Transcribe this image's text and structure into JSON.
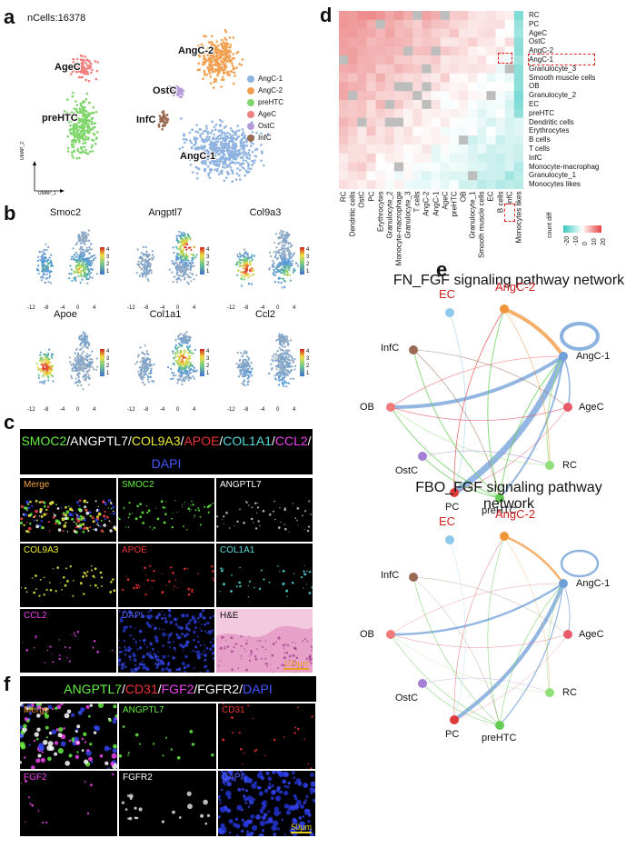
{
  "panels": {
    "a": "a",
    "b": "b",
    "c": "c",
    "d": "d",
    "e": "e",
    "f": "f"
  },
  "panel_a": {
    "ncells": "nCells:16378",
    "axis_y": "UMAP_2",
    "axis_x": "UMAP_1",
    "clusters": [
      "AgeC",
      "preHTC",
      "AngC-2",
      "OstC",
      "InfC",
      "AngC-1"
    ],
    "legend": [
      {
        "name": "AngC-1",
        "color": "#8fb3e0"
      },
      {
        "name": "AngC-2",
        "color": "#f0a050"
      },
      {
        "name": "preHTC",
        "color": "#7ed66b"
      },
      {
        "name": "AgeC",
        "color": "#f08080"
      },
      {
        "name": "OstC",
        "color": "#b59ad8"
      },
      {
        "name": "InfC",
        "color": "#9a6a50"
      }
    ]
  },
  "panel_b": {
    "genes": [
      "Smoc2",
      "Angptl7",
      "Col9a3",
      "Apoe",
      "Col1a1",
      "Ccl2"
    ],
    "x_ticks": [
      "-12",
      "-8",
      "-4",
      "0",
      "4"
    ],
    "scale": [
      "4",
      "3",
      "2",
      "1"
    ]
  },
  "panel_c": {
    "banner": [
      {
        "text": "SMOC2",
        "color": "#66ee44"
      },
      {
        "text": "/",
        "color": "#ffffff"
      },
      {
        "text": "ANGPTL7",
        "color": "#ffffff"
      },
      {
        "text": "/",
        "color": "#ffffff"
      },
      {
        "text": "COL9A3",
        "color": "#eeee33"
      },
      {
        "text": "/",
        "color": "#ffffff"
      },
      {
        "text": "APOE",
        "color": "#ee3333"
      },
      {
        "text": "/",
        "color": "#ffffff"
      },
      {
        "text": "COL1A1",
        "color": "#55dddd"
      },
      {
        "text": "/",
        "color": "#ffffff"
      },
      {
        "text": "CCL2",
        "color": "#ee44ee"
      },
      {
        "text": "/",
        "color": "#ffffff"
      },
      {
        "text": "DAPI",
        "color": "#4455ff"
      }
    ],
    "tiles": [
      {
        "label": "Merge",
        "color": "#f0a040"
      },
      {
        "label": "SMOC2",
        "color": "#66ee44"
      },
      {
        "label": "ANGPTL7",
        "color": "#ffffff"
      },
      {
        "label": "COL9A3",
        "color": "#eeee33"
      },
      {
        "label": "APOE",
        "color": "#ee3333"
      },
      {
        "label": "COL1A1",
        "color": "#55dddd"
      },
      {
        "label": "CCL2",
        "color": "#ee44ee"
      },
      {
        "label": "DAPI",
        "color": "#5566ff"
      },
      {
        "label": "H&E",
        "color": "#111111"
      }
    ],
    "scale_bar": "100μm"
  },
  "panel_d": {
    "rows": [
      "RC",
      "PC",
      "AgeC",
      "OstC",
      "AngC-2",
      "AngC-1",
      "Granulocyte_3",
      "Smooth muscle cells",
      "OB",
      "Granulocyte_2",
      "EC",
      "preHTC",
      "Dendritic cells",
      "Erythrocytes",
      "B cells",
      "T cells",
      "InfC",
      "Monocyte-macrophag",
      "Granulocyte_1",
      "Monocytes likes"
    ],
    "cols": [
      "RC",
      "Dendritic cells",
      "OstC",
      "PC",
      "Erythrocytes",
      "Granulocyte_2",
      "Monocyte-macrophage",
      "Granulocyte_3",
      "T cells",
      "AngC-2",
      "AngC-1",
      "AgeC",
      "preHTC",
      "OB",
      "Granulocyte_1",
      "Smooth muscle cells",
      "EC",
      "B cells",
      "InfC",
      "Monocytes likes"
    ],
    "legend_title": "count diff",
    "legend_ticks": [
      "20",
      "10",
      "0",
      "-10",
      "-20"
    ]
  },
  "panel_e": {
    "title1": "FN_FGF signaling pathway network",
    "title2": "FBO_FGF signaling pathway network",
    "nodes": [
      {
        "name": "EC",
        "color": "#8ec9ec",
        "highlight": true
      },
      {
        "name": "AngC-2",
        "color": "#f0943a",
        "highlight": true
      },
      {
        "name": "AngC-1",
        "color": "#6f9fd8",
        "highlight": false
      },
      {
        "name": "AgeC",
        "color": "#e85a6a",
        "highlight": false
      },
      {
        "name": "RC",
        "color": "#8fe07a",
        "highlight": false
      },
      {
        "name": "preHTC",
        "color": "#66cc55",
        "highlight": false
      },
      {
        "name": "PC",
        "color": "#dd3a3a",
        "highlight": false
      },
      {
        "name": "OstC",
        "color": "#a57fd6",
        "highlight": false
      },
      {
        "name": "OB",
        "color": "#f07a7a",
        "highlight": false
      },
      {
        "name": "InfC",
        "color": "#9a6a55",
        "highlight": false
      }
    ]
  },
  "panel_f": {
    "banner": [
      {
        "text": "ANGPTL7",
        "color": "#66ee44"
      },
      {
        "text": "/",
        "color": "#ffffff"
      },
      {
        "text": "CD31",
        "color": "#ee3333"
      },
      {
        "text": "/",
        "color": "#ffffff"
      },
      {
        "text": "FGF2",
        "color": "#ee44ee"
      },
      {
        "text": "/",
        "color": "#ffffff"
      },
      {
        "text": "FGFR2",
        "color": "#ffffff"
      },
      {
        "text": "/",
        "color": "#ffffff"
      },
      {
        "text": "DAPI",
        "color": "#4455ff"
      }
    ],
    "tiles": [
      {
        "label": "Merge",
        "color": "#f0a040"
      },
      {
        "label": "ANGPTL7",
        "color": "#66ee44"
      },
      {
        "label": "CD31",
        "color": "#ee3333"
      },
      {
        "label": "FGF2",
        "color": "#ee44ee"
      },
      {
        "label": "FGFR2",
        "color": "#ffffff"
      },
      {
        "label": "DAPI",
        "color": "#5566ff"
      }
    ],
    "scale_bar": "50μm"
  }
}
